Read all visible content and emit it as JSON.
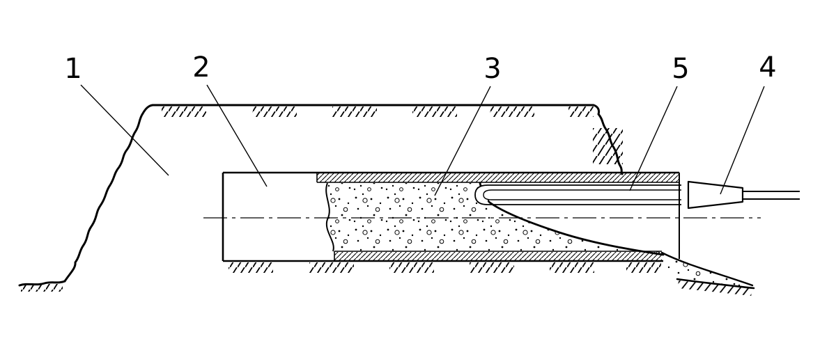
{
  "figure": {
    "kind": "patent-style technical line drawing",
    "colors": {
      "line": "#000000",
      "background": "#ffffff"
    },
    "labels": {
      "l1": "1",
      "l2": "2",
      "l3": "3",
      "l4": "4",
      "l5": "5"
    },
    "callouts": [
      {
        "label": "1",
        "points_to": "embankment-mass"
      },
      {
        "label": "2",
        "points_to": "empty-borehole-section"
      },
      {
        "label": "3",
        "points_to": "grout-fill"
      },
      {
        "label": "5",
        "points_to": "injection-pipe"
      },
      {
        "label": "4",
        "points_to": "nozzle-connector"
      }
    ]
  }
}
